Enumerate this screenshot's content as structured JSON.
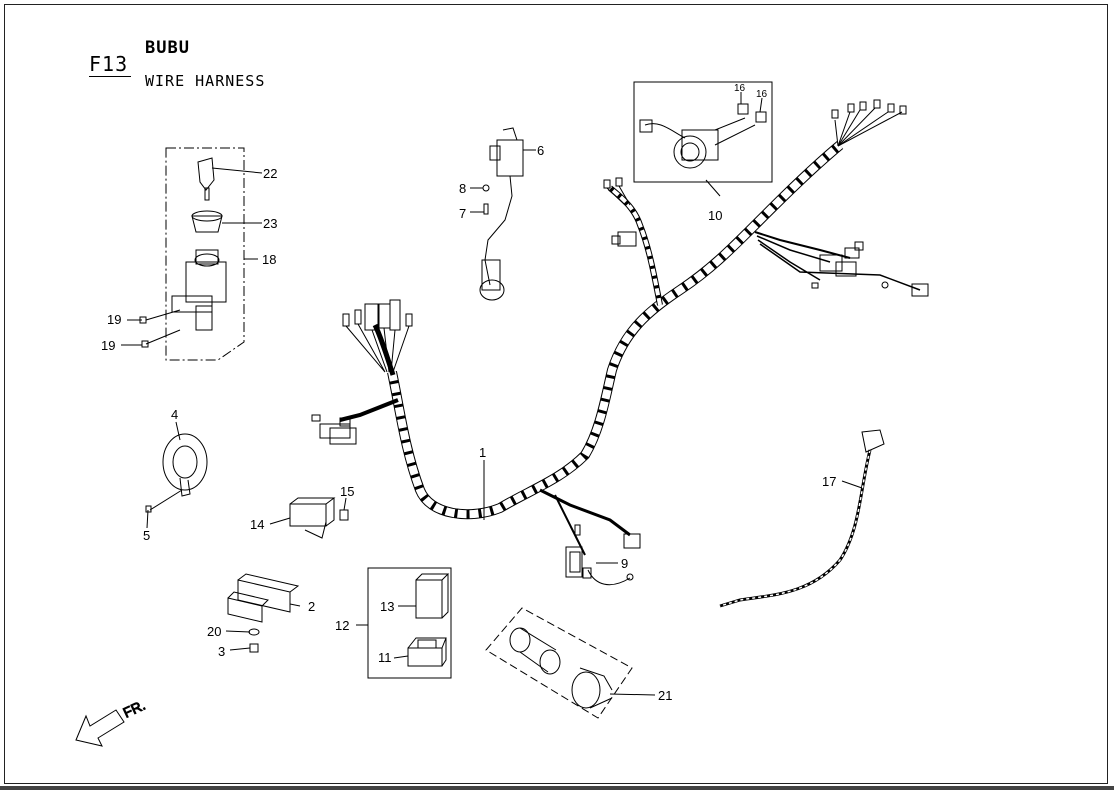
{
  "header": {
    "figure_code": "F13",
    "model": "BUBU",
    "title": "WIRE HARNESS"
  },
  "direction_label": "FR.",
  "callouts": [
    "1",
    "2",
    "3",
    "4",
    "5",
    "6",
    "7",
    "8",
    "9",
    "10",
    "11",
    "12",
    "13",
    "14",
    "15",
    "16",
    "16",
    "17",
    "18",
    "19",
    "19",
    "20",
    "21",
    "22",
    "23"
  ]
}
